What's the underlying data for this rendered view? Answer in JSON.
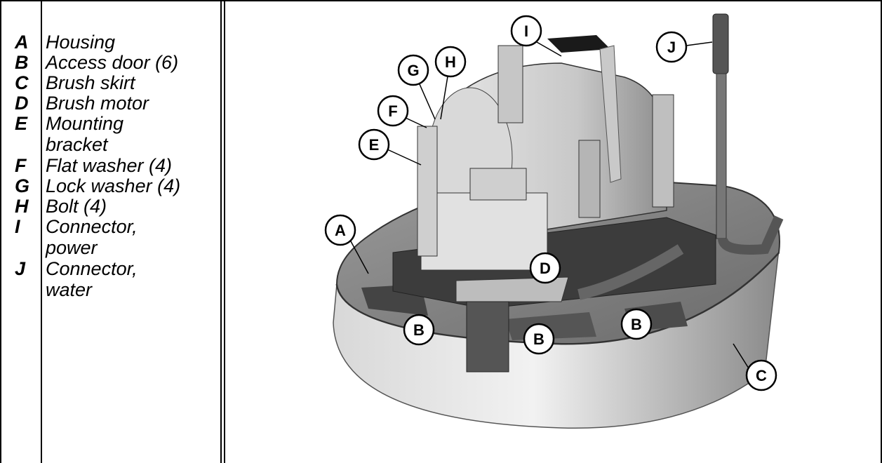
{
  "legend": [
    {
      "key": "A",
      "label": "Housing"
    },
    {
      "key": "B",
      "label": "Access door (6)"
    },
    {
      "key": "C",
      "label": "Brush skirt"
    },
    {
      "key": "D",
      "label": "Brush motor"
    },
    {
      "key": "E",
      "label": "Mounting bracket"
    },
    {
      "key": "F",
      "label": "Flat washer (4)"
    },
    {
      "key": "G",
      "label": "Lock washer (4)"
    },
    {
      "key": "H",
      "label": "Bolt (4)"
    },
    {
      "key": "I",
      "label": "Connector, power"
    },
    {
      "key": "J",
      "label": "Connector, water"
    }
  ],
  "callouts": {
    "a": "A",
    "b1": "B",
    "b2": "B",
    "b3": "B",
    "c": "C",
    "d": "D",
    "e": "E",
    "f": "F",
    "g": "G",
    "h": "H",
    "i": "I",
    "j": "J"
  }
}
